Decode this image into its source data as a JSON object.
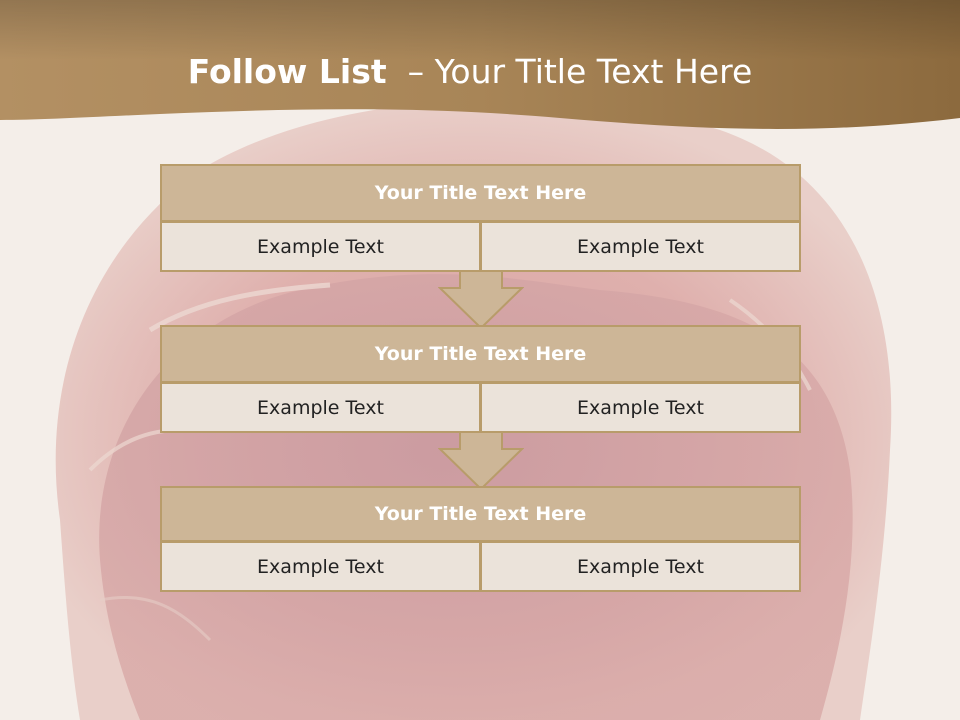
{
  "slide": {
    "title_bold": "Follow List",
    "title_rest": "  – Your Title Text Here"
  },
  "blocks": [
    {
      "title": "Your Title Text Here",
      "left_text": "Example Text",
      "right_text": "Example Text"
    },
    {
      "title": "Your Title Text Here",
      "left_text": "Example Text",
      "right_text": "Example Text"
    },
    {
      "title": "Your Title Text Here",
      "left_text": "Example Text",
      "right_text": "Example Text"
    }
  ],
  "colors": {
    "header_band": "#a07e52",
    "block_title_fill": "#cdb697",
    "block_cell_fill": "#ebe3da",
    "border": "#b89c6a",
    "background_image": "raw-meat-photo-faded"
  }
}
